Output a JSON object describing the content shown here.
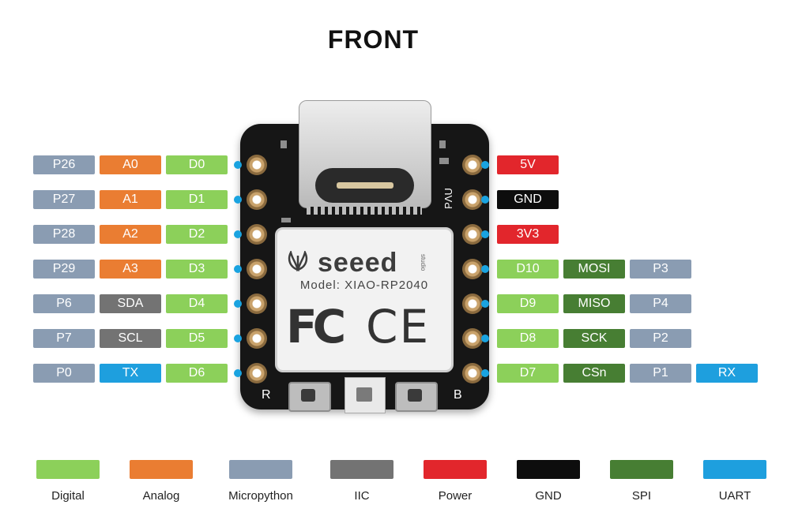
{
  "title": "FRONT",
  "colors": {
    "digital": "#8cd05a",
    "analog": "#ea7d32",
    "micropython": "#8a9cb2",
    "iic": "#737373",
    "power": "#e2262c",
    "gnd": "#0d0d0d",
    "spi": "#477e33",
    "uart": "#1e9fde",
    "pin_dot": "#1aa3e0"
  },
  "left_pins": [
    {
      "p": "P26",
      "mid": "A0",
      "mid_type": "analog",
      "d": "D0"
    },
    {
      "p": "P27",
      "mid": "A1",
      "mid_type": "analog",
      "d": "D1"
    },
    {
      "p": "P28",
      "mid": "A2",
      "mid_type": "analog",
      "d": "D2"
    },
    {
      "p": "P29",
      "mid": "A3",
      "mid_type": "analog",
      "d": "D3"
    },
    {
      "p": "P6",
      "mid": "SDA",
      "mid_type": "iic",
      "d": "D4"
    },
    {
      "p": "P7",
      "mid": "SCL",
      "mid_type": "iic",
      "d": "D5"
    },
    {
      "p": "P0",
      "mid": "TX",
      "mid_type": "uart",
      "d": "D6"
    }
  ],
  "right_pins": [
    {
      "labels": [
        {
          "text": "5V",
          "type": "power"
        }
      ]
    },
    {
      "labels": [
        {
          "text": "GND",
          "type": "gnd"
        }
      ]
    },
    {
      "labels": [
        {
          "text": "3V3",
          "type": "power"
        }
      ]
    },
    {
      "labels": [
        {
          "text": "D10",
          "type": "digital"
        },
        {
          "text": "MOSI",
          "type": "spi"
        },
        {
          "text": "P3",
          "type": "micropython"
        }
      ]
    },
    {
      "labels": [
        {
          "text": "D9",
          "type": "digital"
        },
        {
          "text": "MISO",
          "type": "spi"
        },
        {
          "text": "P4",
          "type": "micropython"
        }
      ]
    },
    {
      "labels": [
        {
          "text": "D8",
          "type": "digital"
        },
        {
          "text": "SCK",
          "type": "spi"
        },
        {
          "text": "P2",
          "type": "micropython"
        }
      ]
    },
    {
      "labels": [
        {
          "text": "D7",
          "type": "digital"
        },
        {
          "text": "CSn",
          "type": "spi"
        },
        {
          "text": "P1",
          "type": "micropython"
        },
        {
          "text": "RX",
          "type": "uart"
        }
      ]
    }
  ],
  "board": {
    "brand": "seeed",
    "brand_sub": "studio",
    "model": "Model: XIAO-RP2040",
    "fcc": "FC",
    "ce": "CE",
    "button_left": "R",
    "button_right": "B",
    "pu_text": "PɅU"
  },
  "legend": [
    {
      "label": "Digital",
      "type": "digital"
    },
    {
      "label": "Analog",
      "type": "analog"
    },
    {
      "label": "Micropython",
      "type": "micropython"
    },
    {
      "label": "IIC",
      "type": "iic"
    },
    {
      "label": "Power",
      "type": "power"
    },
    {
      "label": "GND",
      "type": "gnd"
    },
    {
      "label": "SPI",
      "type": "spi"
    },
    {
      "label": "UART",
      "type": "uart"
    }
  ]
}
